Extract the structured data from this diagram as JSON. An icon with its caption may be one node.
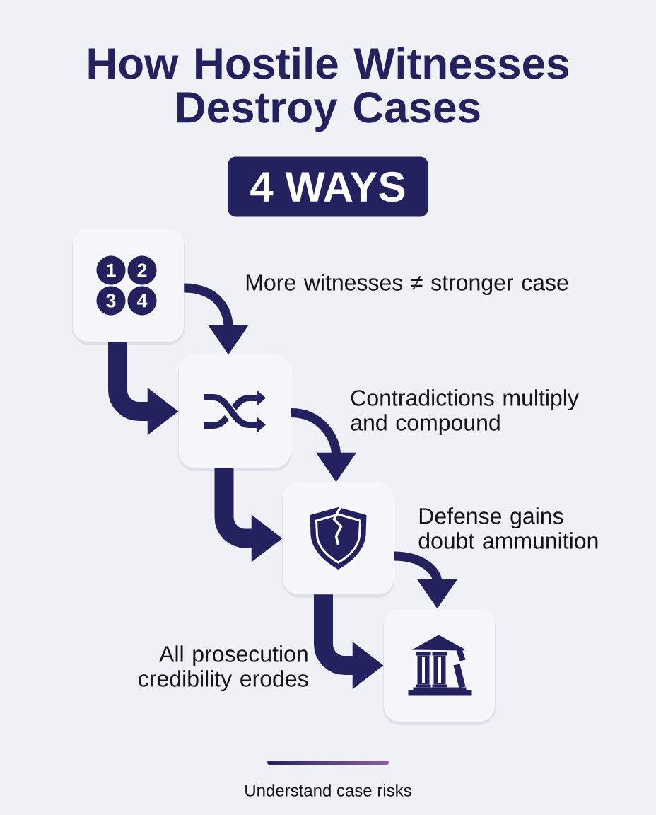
{
  "diagram": {
    "title": "How Hostile Witnesses Destroy Cases",
    "nodes": [
      {
        "text": [
          "4 WAYS"
        ]
      },
      {
        "text": [],
        "shape": "box",
        "beside": [
          "More witnesses ≠ stronger case"
        ]
      },
      {
        "text": [],
        "shape": "box",
        "beside": [
          "Contradictions multiply and compound"
        ]
      },
      {
        "text": [],
        "shape": "box",
        "beside": [
          "Defense gains doubt ammunition"
        ]
      },
      {
        "text": [],
        "shape": "box",
        "beside": [
          "All prosecution credibility erodes"
        ]
      }
    ],
    "edges": [
      {
        "from": 1,
        "to": 2,
        "arrow": "to"
      },
      {
        "from": 1,
        "to": 2,
        "arrow": "to",
        "style": "thick"
      },
      {
        "from": 2,
        "to": 3,
        "arrow": "to"
      },
      {
        "from": 2,
        "to": 3,
        "arrow": "to",
        "style": "thick"
      },
      {
        "from": 3,
        "to": 4,
        "arrow": "to"
      },
      {
        "from": 3,
        "to": 4,
        "arrow": "to",
        "style": "thick"
      }
    ],
    "labels": [
      "1",
      "2",
      "3",
      "4",
      "Understand case risks"
    ]
  }
}
